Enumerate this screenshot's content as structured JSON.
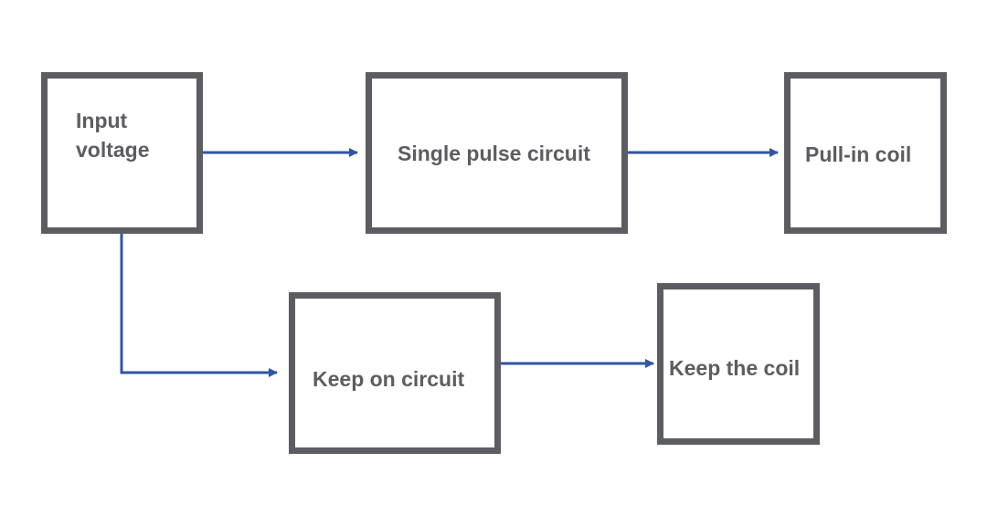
{
  "nodes": {
    "input_voltage": "Input\nvoltage",
    "single_pulse_circuit": "Single pulse circuit",
    "pull_in_coil": "Pull-in coil",
    "keep_on_circuit": "Keep on circuit",
    "keep_the_coil": "Keep the coil"
  },
  "colors": {
    "box_border": "#5c5d62",
    "text": "#5c5d62",
    "arrow": "#2f56a5"
  }
}
